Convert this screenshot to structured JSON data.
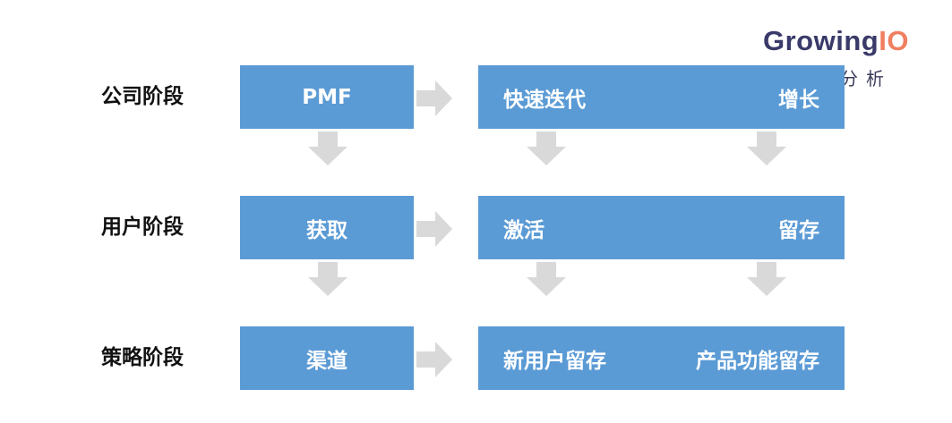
{
  "logo": {
    "name_main": "Growing",
    "name_accent": "IO",
    "subtitle": "数据分析"
  },
  "rows": [
    {
      "label": "公司阶段",
      "left_box": "PMF",
      "right_box_start": "快速迭代",
      "right_box_end": "增长"
    },
    {
      "label": "用户阶段",
      "left_box": "获取",
      "right_box_start": "激活",
      "right_box_end": "留存"
    },
    {
      "label": "策略阶段",
      "left_box": "渠道",
      "right_box_start": "新用户留存",
      "right_box_end": "产品功能留存"
    }
  ],
  "colors": {
    "box": "#5b9bd5",
    "arrow": "#d9d9d9",
    "logo_text": "#3a3a6a",
    "logo_accent": "#f07f5f"
  },
  "icons": {
    "right_arrow": "right-arrow-icon",
    "down_arrow": "down-arrow-icon"
  }
}
